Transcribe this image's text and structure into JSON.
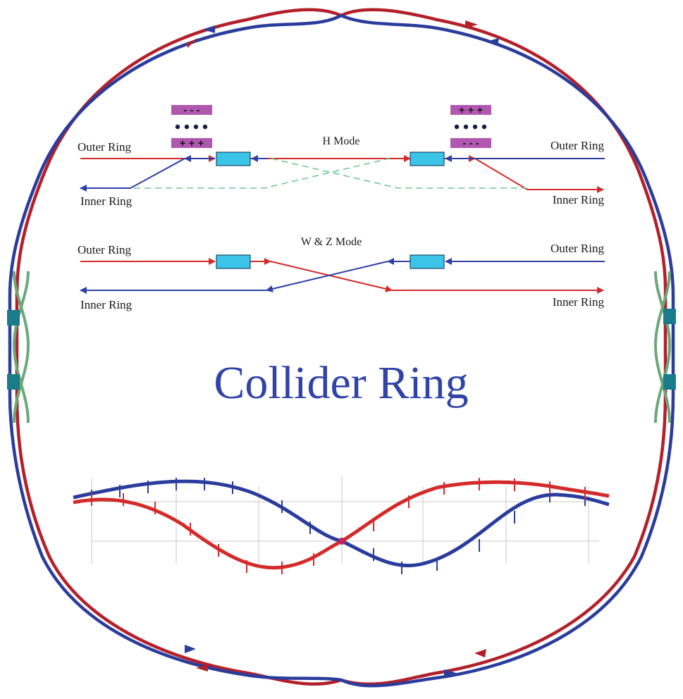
{
  "title": "Collider Ring",
  "h_mode": {
    "label": "H Mode",
    "outer_ring_left": "Outer Ring",
    "inner_ring_left": "Inner Ring",
    "outer_ring_right": "Outer Ring",
    "inner_ring_right": "Inner Ring",
    "separator_left_top": "- - -",
    "separator_left_bottom": "+ + +",
    "separator_right_top": "+ + +",
    "separator_right_bottom": "- - -"
  },
  "wz_mode": {
    "label": "W & Z Mode",
    "outer_ring_left": "Outer Ring",
    "inner_ring_left": "Inner Ring",
    "outer_ring_right": "Outer Ring",
    "inner_ring_right": "Inner Ring"
  },
  "colors": {
    "red": "#d42a2a",
    "blue": "#2e3fa6",
    "ring_red": "#b3202a",
    "ring_blue": "#2a3c9c",
    "magnet": "#3cc3e8",
    "separator": "#b257b0",
    "dash": "#6fc79a",
    "detector": "#1a7c8a",
    "green": "#6aa87a",
    "title": "#3043a8"
  }
}
